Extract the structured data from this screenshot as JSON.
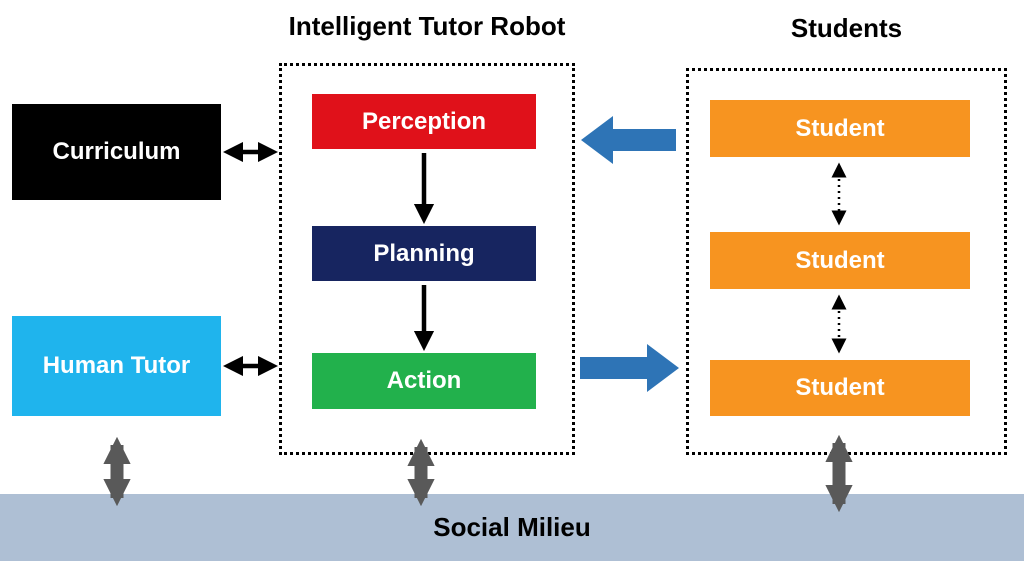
{
  "titles": {
    "robot": "Intelligent Tutor Robot",
    "students": "Students"
  },
  "nodes": {
    "curriculum": "Curriculum",
    "human_tutor": "Human Tutor",
    "perception": "Perception",
    "planning": "Planning",
    "action": "Action",
    "students": [
      "Student",
      "Student",
      "Student"
    ],
    "social_milieu": "Social Milieu"
  },
  "colors": {
    "curriculum_bg": "#000000",
    "human_tutor_bg": "#1fb4ed",
    "perception_bg": "#e0111a",
    "planning_bg": "#172560",
    "action_bg": "#22b14c",
    "student_bg": "#f79420",
    "flow_arrow": "#2e74b6",
    "black_arrow": "#000000",
    "milieu_arrow": "#595959",
    "milieu_bg": "#aebfd4",
    "text_on_box": "#ffffff",
    "text_dark": "#000000"
  }
}
